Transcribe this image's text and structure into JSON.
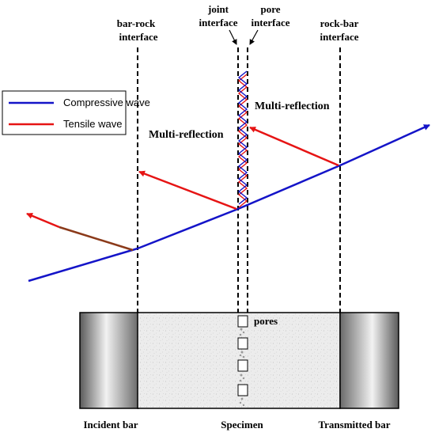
{
  "labels": {
    "bar_rock_line1": "bar-rock",
    "bar_rock_line2": "interface",
    "joint_line1": "joint",
    "joint_line2": "interface",
    "pore_line1": "pore",
    "pore_line2": "interface",
    "rock_bar_line1": "rock-bar",
    "rock_bar_line2": "interface",
    "multi_reflection_left": "Multi-reflection",
    "multi_reflection_right": "Multi-reflection",
    "pores": "pores",
    "incident_bar": "Incident bar",
    "specimen": "Specimen",
    "transmitted_bar": "Transmitted bar"
  },
  "legend": {
    "compressive": "Compressive wave",
    "tensile": "Tensile wave"
  },
  "colors": {
    "compressive": "#1414c8",
    "tensile": "#e61414",
    "bar_dark": "#555555",
    "bar_light": "#f0f0f0",
    "specimen": "#ececec"
  }
}
